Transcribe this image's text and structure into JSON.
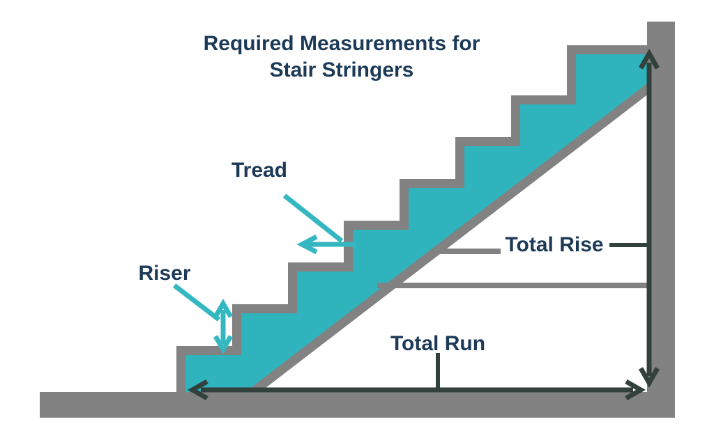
{
  "title": {
    "line1": "Required Measurements for",
    "line2": "Stair Stringers"
  },
  "callouts": {
    "tread_label": "Tread",
    "riser_label": "Riser"
  },
  "measurements": {
    "total_rise_label": "Total Rise",
    "total_run_label": "Total Run"
  },
  "diagram": {
    "type": "stair-stringer-cross-section",
    "step_count": 8,
    "elements": [
      "stair-stringer-shape",
      "wall-bar",
      "floor-bar",
      "total-rise-double-arrow",
      "total-run-double-arrow",
      "tread-width-arrow",
      "riser-height-double-arrow"
    ],
    "colors": {
      "stair_fill": "#2FB3BD",
      "stair_outline_gray": "#828282",
      "structure_gray": "#828282",
      "measurement_line_dark": "#33413C",
      "callout_arrow_teal": "#35B7C2",
      "label_text_navy": "#1C3A57",
      "background": "#FFFFFF"
    }
  }
}
